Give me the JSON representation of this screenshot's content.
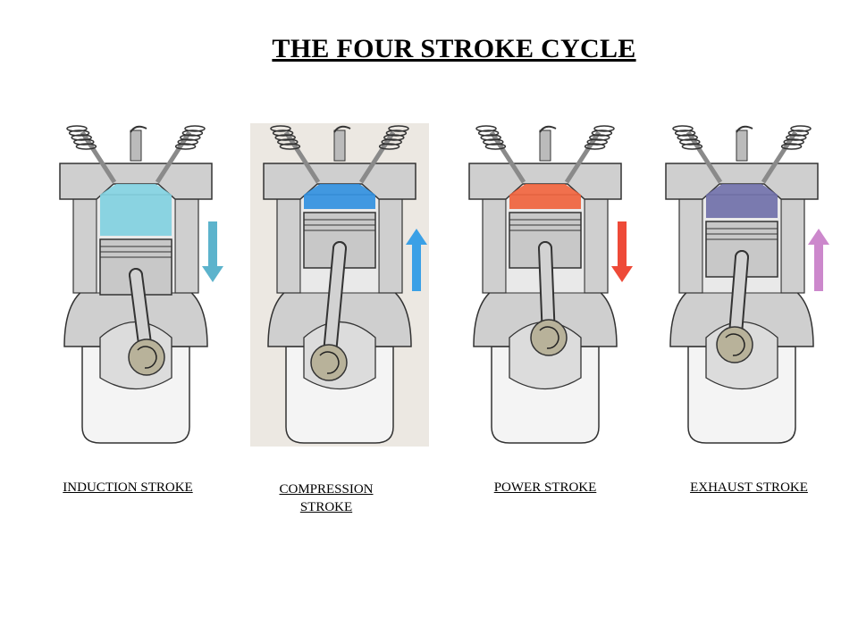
{
  "title": "THE FOUR STROKE CYCLE",
  "strokes": [
    {
      "label": "INDUCTION STROKE",
      "gas_color": "#7fd0e0",
      "arrow_color": "#5cb3cc",
      "arrow": "down"
    },
    {
      "label": "COMPRESSION STROKE",
      "gas_color": "#2f8fe0",
      "arrow_color": "#3aa0e6",
      "arrow": "up"
    },
    {
      "label": "POWER STROKE",
      "gas_color": "#f0603a",
      "arrow_color": "#ee4a38",
      "arrow": "down"
    },
    {
      "label": "EXHAUST STROKE",
      "gas_color": "#6e6ea8",
      "arrow_color": "#cc88cc",
      "arrow": "up"
    }
  ]
}
